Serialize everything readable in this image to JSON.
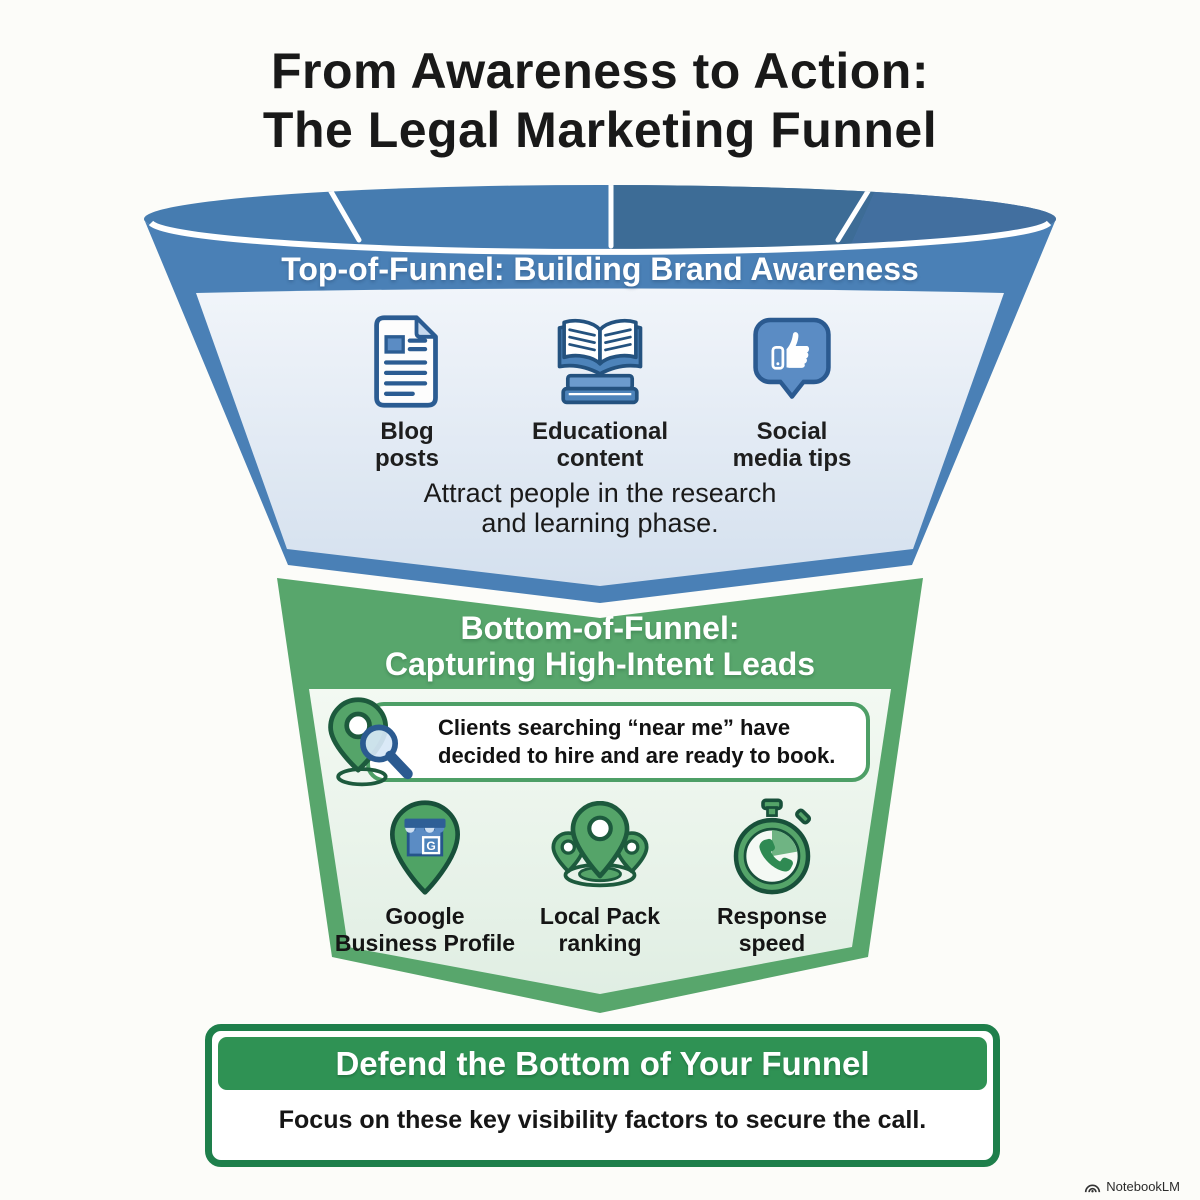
{
  "title": {
    "line1": "From Awareness to Action:",
    "line2": "The Legal Marketing Funnel"
  },
  "top_funnel": {
    "header": "Top-of-Funnel: Building Brand Awareness",
    "items": [
      {
        "line1": "Blog",
        "line2": "posts",
        "icon": "blog-posts-document-icon"
      },
      {
        "line1": "Educational",
        "line2": "content",
        "icon": "educational-content-books-icon"
      },
      {
        "line1": "Social",
        "line2": "media tips",
        "icon": "social-media-thumbs-up-icon"
      }
    ],
    "caption": {
      "line1": "Attract people in the research",
      "line2": "and learning phase."
    }
  },
  "bottom_funnel": {
    "header": {
      "line1": "Bottom-of-Funnel:",
      "line2": "Capturing High-Intent Leads"
    },
    "callout": {
      "icon": "near-me-search-pin-icon",
      "line1": "Clients searching “near me” have",
      "line2": "decided to hire and are ready to book."
    },
    "items": [
      {
        "line1": "Google",
        "line2": "Business Profile",
        "icon": "google-business-profile-pin-icon",
        "letter": "G"
      },
      {
        "line1": "Local Pack",
        "line2": "ranking",
        "icon": "local-pack-pins-icon"
      },
      {
        "line1": "Response",
        "line2": "speed",
        "icon": "response-speed-stopwatch-icon"
      }
    ]
  },
  "banner": {
    "header": "Defend the Bottom of Your Funnel",
    "body": "Focus on these key visibility factors to secure the call."
  },
  "watermark": {
    "icon": "notebooklm-logo-icon",
    "label": "NotebookLM"
  },
  "colors": {
    "funnel_blue_wall": "#4a80b6",
    "funnel_rim_light": "#467cb0",
    "funnel_rim_dark": "#3d6c96",
    "funnel_green_wall": "#58a66c",
    "callout_border_green": "#4d9f66",
    "banner_band_green": "#2f9254",
    "banner_border_green": "#1e7f4b",
    "icon_blue": "#5b8cc4",
    "icon_blue_dark": "#2b5a90",
    "icon_green": "#55a469",
    "icon_green_dark": "#1d5a3d"
  }
}
